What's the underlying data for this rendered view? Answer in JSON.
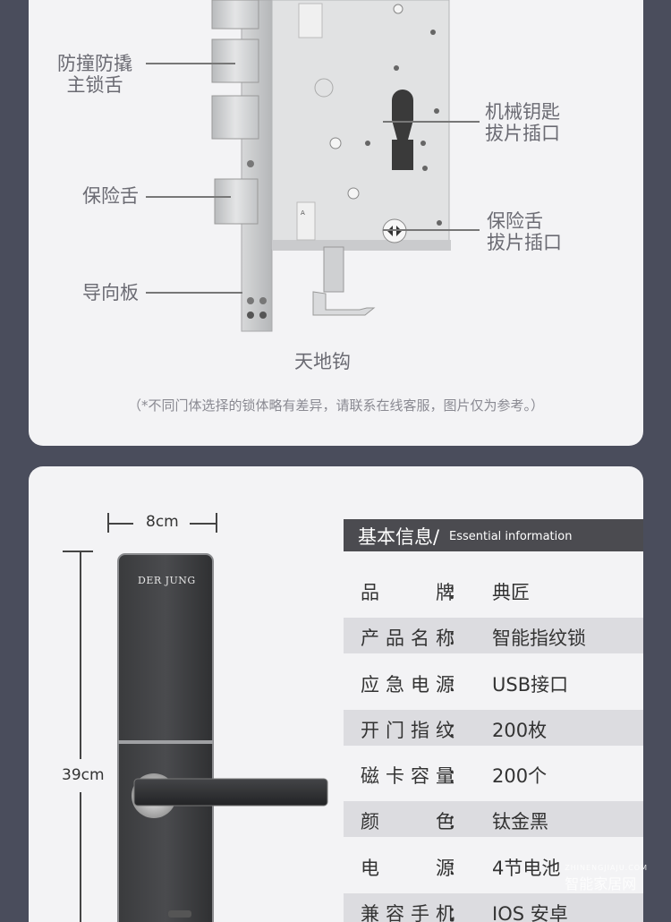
{
  "callouts": {
    "main_bolt": [
      "防撞防撬",
      "主锁舌"
    ],
    "safety_bolt": "保险舌",
    "guide_plate": "导向板",
    "key_slot": [
      "机械钥匙",
      "拔片插口"
    ],
    "safety_slot": [
      "保险舌",
      "拔片插口"
    ],
    "hook": "天地钩"
  },
  "disclaimer": "（*不同门体选择的锁体略有差异，请联系在线客服，图片仅为参考。）",
  "dimensions": {
    "width": "8cm",
    "height": "39cm"
  },
  "brand_logo": "DER JUNG",
  "spec": {
    "title": "基本信息/",
    "subtitle": "Essential information",
    "rows": [
      {
        "label": "品牌",
        "value": "典匠"
      },
      {
        "label": "产品名称",
        "value": "智能指纹锁"
      },
      {
        "label": "应急电源",
        "value": "USB接口"
      },
      {
        "label": "开门指纹",
        "value": "200枚"
      },
      {
        "label": "磁卡容量",
        "value": "200个"
      },
      {
        "label": "颜色",
        "value": "钛金黑"
      },
      {
        "label": "电源",
        "value": "4节电池"
      },
      {
        "label": "兼容手机",
        "value": "IOS  安卓"
      }
    ],
    "colon": "："
  },
  "watermark": {
    "small": "ZHINENGJIAJU.COM",
    "big": "智能家居网"
  },
  "colors": {
    "background": "#4a4d5c",
    "card": "#f3f3f5",
    "header": "#4b4b50",
    "row_shade": "#dcdce0"
  }
}
